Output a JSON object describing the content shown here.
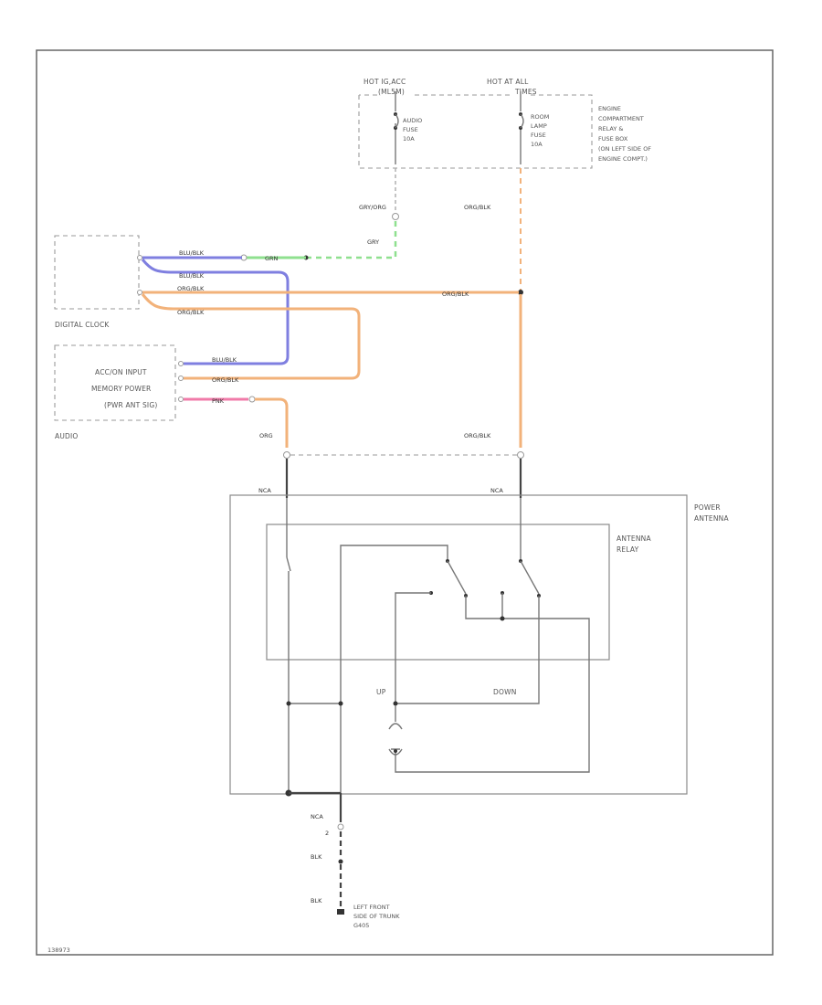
{
  "labels": {
    "hot_ig": "HOT IG,ACC",
    "hot_ig_sub": "(ML5M)",
    "hot_all": "HOT AT ALL",
    "hot_all_sub": "TIMES",
    "audio_fuse": [
      "AUDIO",
      "FUSE",
      "10A"
    ],
    "room_fuse": [
      "ROOM",
      "LAMP",
      "FUSE",
      "10A"
    ],
    "engine_box": [
      "ENGINE",
      "COMPARTMENT",
      "RELAY &",
      "FUSE BOX",
      "(ON LEFT SIDE OF",
      "ENGINE COMPT.)"
    ],
    "wire_gry_org": "GRY/ORG",
    "wire_org_blk_top": "ORG/BLK",
    "wire_gry": "GRY",
    "digital_clock": "DIGITAL CLOCK",
    "audio": "AUDIO",
    "acc_on_input": "ACC/ON INPUT",
    "memory_power": "MEMORY POWER",
    "pwr_ant_sig": "(PWR ANT SIG)",
    "wire_blu_blk_1": "BLU/BLK",
    "wire_grn": "GRN",
    "wire_blu_blk_2": "BLU/BLK",
    "wire_org_blk_1": "ORG/BLK",
    "wire_org_blk_main": "ORG/BLK",
    "wire_org_blk_2": "ORG/BLK",
    "wire_blu_blk_3": "BLU/BLK",
    "wire_org_blk_3": "ORG/BLK",
    "wire_pnk": "PNK",
    "wire_org": "ORG",
    "wire_org_blk_4": "ORG/BLK",
    "nca_1": "NCA",
    "nca_2": "NCA",
    "power_antenna": [
      "POWER",
      "ANTENNA"
    ],
    "antenna_relay": [
      "ANTENNA",
      "RELAY"
    ],
    "up": "UP",
    "down": "DOWN",
    "nca_3": "NCA",
    "nca_3_pin": "2",
    "blk_1": "BLK",
    "blk_2": "BLK",
    "ground": [
      "LEFT FRONT",
      "SIDE OF TRUNK",
      "G405"
    ],
    "figure_id": "138973"
  }
}
